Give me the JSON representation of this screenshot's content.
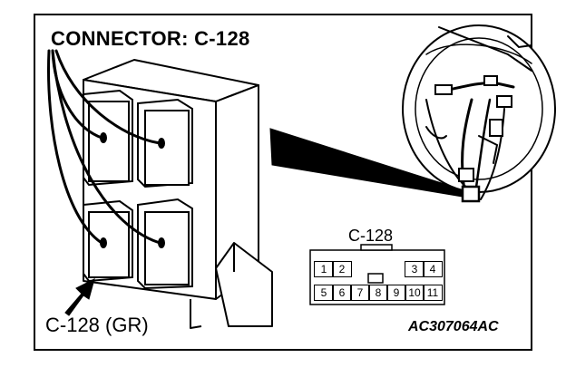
{
  "title": "CONNECTOR: C-128",
  "bottom_label": "C-128 (GR)",
  "figure_code": "AC307064AC",
  "pin_diagram": {
    "title": "C-128",
    "top_row": [
      "1",
      "2",
      "3",
      "4"
    ],
    "bottom_row": [
      "5",
      "6",
      "7",
      "8",
      "9",
      "10",
      "11"
    ]
  },
  "colors": {
    "line": "#000000",
    "fill": "#ffffff",
    "shade": "#cccccc"
  }
}
